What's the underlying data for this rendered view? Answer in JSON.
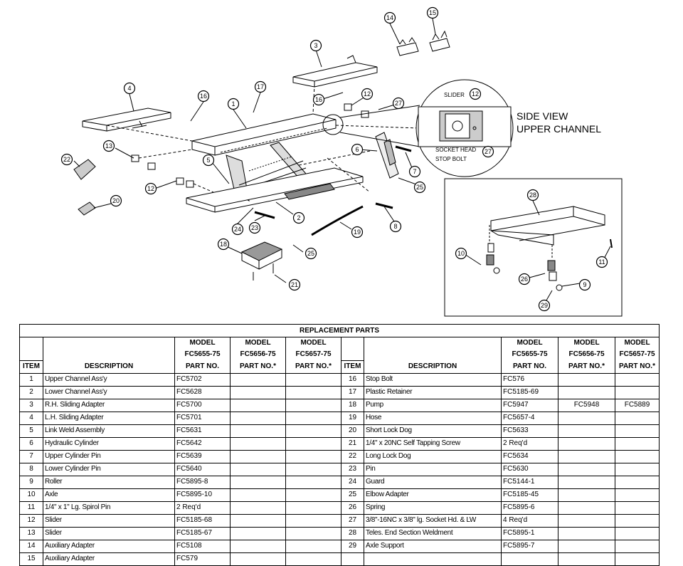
{
  "diagram": {
    "callouts": [
      "1",
      "2",
      "3",
      "4",
      "5",
      "6",
      "7",
      "8",
      "9",
      "10",
      "11",
      "12",
      "12",
      "12",
      "13",
      "14",
      "15",
      "16",
      "16",
      "17",
      "18",
      "19",
      "20",
      "21",
      "22",
      "23",
      "24",
      "25",
      "25",
      "26",
      "27",
      "27",
      "28",
      "29"
    ],
    "side_view": {
      "title_line1": "SIDE VIEW",
      "title_line2": "UPPER CHANNEL",
      "slider_label": "SLIDER",
      "bolt_label_line1": "SOCKET HEAD",
      "bolt_label_line2": "STOP BOLT"
    }
  },
  "table": {
    "title": "REPLACEMENT PARTS",
    "model_word": "MODEL",
    "models": [
      "FC5655-75",
      "FC5656-75",
      "FC5657-75"
    ],
    "headers": {
      "item": "ITEM",
      "description": "DESCRIPTION",
      "part_no": "PART NO.",
      "part_no_star": "PART NO.*"
    },
    "left_rows": [
      {
        "item": "1",
        "desc": "Upper Channel Ass'y",
        "p1": "FC5702",
        "p2": "",
        "p3": ""
      },
      {
        "item": "2",
        "desc": "Lower Channel Ass'y",
        "p1": "FC5628",
        "p2": "",
        "p3": ""
      },
      {
        "item": "3",
        "desc": "R.H. Sliding Adapter",
        "p1": "FC5700",
        "p2": "",
        "p3": ""
      },
      {
        "item": "4",
        "desc": "L.H. Sliding Adapter",
        "p1": "FC5701",
        "p2": "",
        "p3": ""
      },
      {
        "item": "5",
        "desc": "Link Weld Assembly",
        "p1": "FC5631",
        "p2": "",
        "p3": ""
      },
      {
        "item": "6",
        "desc": "Hydraulic Cylinder",
        "p1": "FC5642",
        "p2": "",
        "p3": ""
      },
      {
        "item": "7",
        "desc": "Upper Cylinder Pin",
        "p1": "FC5639",
        "p2": "",
        "p3": ""
      },
      {
        "item": "8",
        "desc": "Lower Cylinder Pin",
        "p1": "FC5640",
        "p2": "",
        "p3": ""
      },
      {
        "item": "9",
        "desc": "Roller",
        "p1": "FC5895-8",
        "p2": "",
        "p3": ""
      },
      {
        "item": "10",
        "desc": "Axle",
        "p1": "FC5895-10",
        "p2": "",
        "p3": ""
      },
      {
        "item": "11",
        "desc": "1/4\" x 1\" Lg. Spirol Pin",
        "p1": "2 Req'd",
        "p2": "",
        "p3": ""
      },
      {
        "item": "12",
        "desc": "Slider",
        "p1": "FC5185-68",
        "p2": "",
        "p3": ""
      },
      {
        "item": "13",
        "desc": "Slider",
        "p1": "FC5185-67",
        "p2": "",
        "p3": ""
      },
      {
        "item": "14",
        "desc": "Auxiliary Adapter",
        "p1": "FC5108",
        "p2": "",
        "p3": ""
      },
      {
        "item": "15",
        "desc": "Auxiliary Adapter",
        "p1": "FC579",
        "p2": "",
        "p3": ""
      }
    ],
    "right_rows": [
      {
        "item": "16",
        "desc": "Stop Bolt",
        "p1": "FC576",
        "p2": "",
        "p3": ""
      },
      {
        "item": "17",
        "desc": "Plastic Retainer",
        "p1": "FC5185-69",
        "p2": "",
        "p3": ""
      },
      {
        "item": "18",
        "desc": "Pump",
        "p1": "FC5947",
        "p2": "FC5948",
        "p3": "FC5889"
      },
      {
        "item": "19",
        "desc": "Hose",
        "p1": "FC5657-4",
        "p2": "",
        "p3": ""
      },
      {
        "item": "20",
        "desc": "Short Lock Dog",
        "p1": "FC5633",
        "p2": "",
        "p3": ""
      },
      {
        "item": "21",
        "desc": "1/4\" x 20NC Self Tapping Screw",
        "p1": "2 Req'd",
        "p2": "",
        "p3": ""
      },
      {
        "item": "22",
        "desc": "Long Lock Dog",
        "p1": "FC5634",
        "p2": "",
        "p3": ""
      },
      {
        "item": "23",
        "desc": "Pin",
        "p1": "FC5630",
        "p2": "",
        "p3": ""
      },
      {
        "item": "24",
        "desc": "Guard",
        "p1": "FC5144-1",
        "p2": "",
        "p3": ""
      },
      {
        "item": "25",
        "desc": "Elbow Adapter",
        "p1": "FC5185-45",
        "p2": "",
        "p3": ""
      },
      {
        "item": "26",
        "desc": "Spring",
        "p1": "FC5895-6",
        "p2": "",
        "p3": ""
      },
      {
        "item": "27",
        "desc": "3/8\"-16NC x 3/8\" lg. Socket Hd. & LW",
        "p1": "4 Req'd",
        "p2": "",
        "p3": ""
      },
      {
        "item": "28",
        "desc": "Teles. End Section Weldment",
        "p1": "FC5895-1",
        "p2": "",
        "p3": ""
      },
      {
        "item": "29",
        "desc": "Axle Support",
        "p1": "FC5895-7",
        "p2": "",
        "p3": ""
      },
      {
        "item": "",
        "desc": "",
        "p1": "",
        "p2": "",
        "p3": ""
      }
    ]
  }
}
